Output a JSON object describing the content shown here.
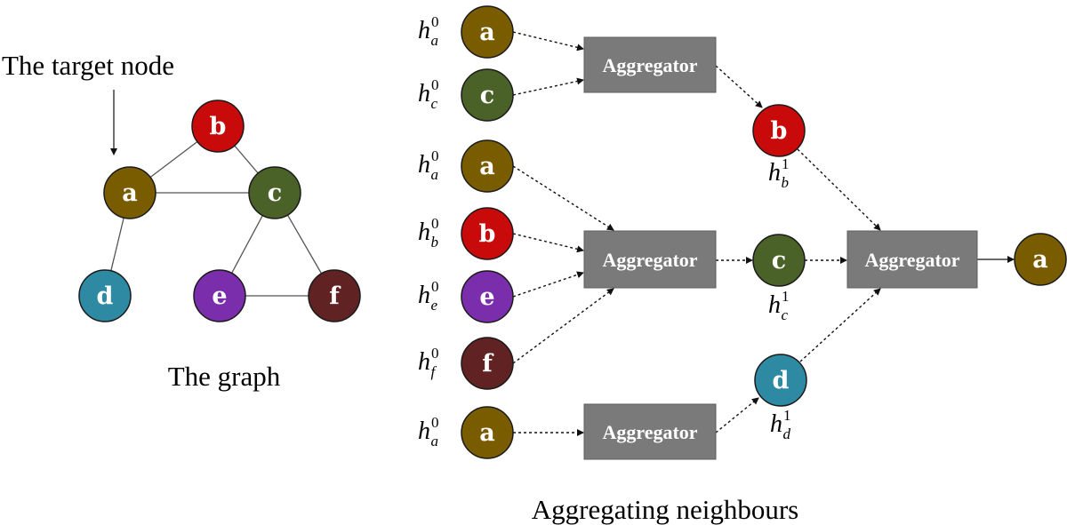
{
  "captions": {
    "target_node": "The target node",
    "graph": "The graph",
    "aggregating": "Aggregating neighbours"
  },
  "colors": {
    "a": "#7a5c00",
    "b": "#c80a0a",
    "c": "#4a6128",
    "d": "#2e8aa3",
    "e": "#7a2eac",
    "f": "#602222",
    "aggregator": "#7a7a7a"
  },
  "graph": {
    "nodes": [
      {
        "id": "a",
        "label": "a"
      },
      {
        "id": "b",
        "label": "b"
      },
      {
        "id": "c",
        "label": "c"
      },
      {
        "id": "d",
        "label": "d"
      },
      {
        "id": "e",
        "label": "e"
      },
      {
        "id": "f",
        "label": "f"
      }
    ],
    "edges": [
      [
        "a",
        "b"
      ],
      [
        "a",
        "c"
      ],
      [
        "b",
        "c"
      ],
      [
        "a",
        "d"
      ],
      [
        "c",
        "e"
      ],
      [
        "c",
        "f"
      ],
      [
        "e",
        "f"
      ]
    ]
  },
  "aggregation": {
    "aggregator_label": "Aggregator",
    "inputs": [
      {
        "label": "a",
        "h_sub": "a",
        "h_sup": "0"
      },
      {
        "label": "c",
        "h_sub": "c",
        "h_sup": "0"
      },
      {
        "label": "a",
        "h_sub": "a",
        "h_sup": "0"
      },
      {
        "label": "b",
        "h_sub": "b",
        "h_sup": "0"
      },
      {
        "label": "e",
        "h_sub": "e",
        "h_sup": "0"
      },
      {
        "label": "f",
        "h_sub": "f",
        "h_sup": "0"
      },
      {
        "label": "a",
        "h_sub": "a",
        "h_sup": "0"
      }
    ],
    "middle": [
      {
        "label": "b",
        "h_sub": "b",
        "h_sup": "1"
      },
      {
        "label": "c",
        "h_sub": "c",
        "h_sup": "1"
      },
      {
        "label": "d",
        "h_sub": "d",
        "h_sup": "1"
      }
    ],
    "output": {
      "label": "a"
    }
  }
}
